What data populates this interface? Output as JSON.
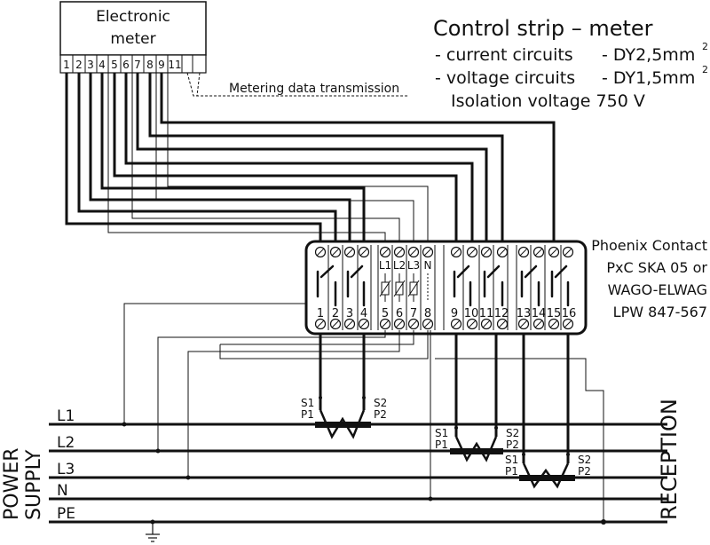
{
  "meter": {
    "title_line1": "Electronic",
    "title_line2": "meter",
    "terminals": [
      "1",
      "2",
      "3",
      "4",
      "5",
      "6",
      "7",
      "8",
      "9",
      "11"
    ],
    "transmission_label": "Metering data transmission"
  },
  "info": {
    "title": "Control strip – meter",
    "current_label": "- current circuits",
    "current_value": "- DY2,5mm",
    "voltage_label": "- voltage circuits",
    "voltage_value": "- DY1,5mm",
    "superscript": "2",
    "isolation": "Isolation voltage 750 V"
  },
  "strip": {
    "line1": "Phoenix Contact",
    "line2": "PxC SKA 05 or",
    "line3": "WAGO-ELWAG",
    "line4": "LPW 847-567",
    "terminals": [
      "1",
      "2",
      "3",
      "4",
      "5",
      "6",
      "7",
      "8",
      "9",
      "10",
      "11",
      "12",
      "13",
      "14",
      "15",
      "16"
    ],
    "phase_labels": [
      "L1",
      "L2",
      "L3",
      "N"
    ]
  },
  "bus": {
    "lines": [
      "L1",
      "L2",
      "L3",
      "N",
      "PE"
    ],
    "supply_line1": "POWER",
    "supply_line2": "SUPPLY",
    "reception": "RECEPTION"
  },
  "ct_labels": {
    "s1": "S1",
    "p1": "P1",
    "s2": "S2",
    "p2": "P2"
  }
}
